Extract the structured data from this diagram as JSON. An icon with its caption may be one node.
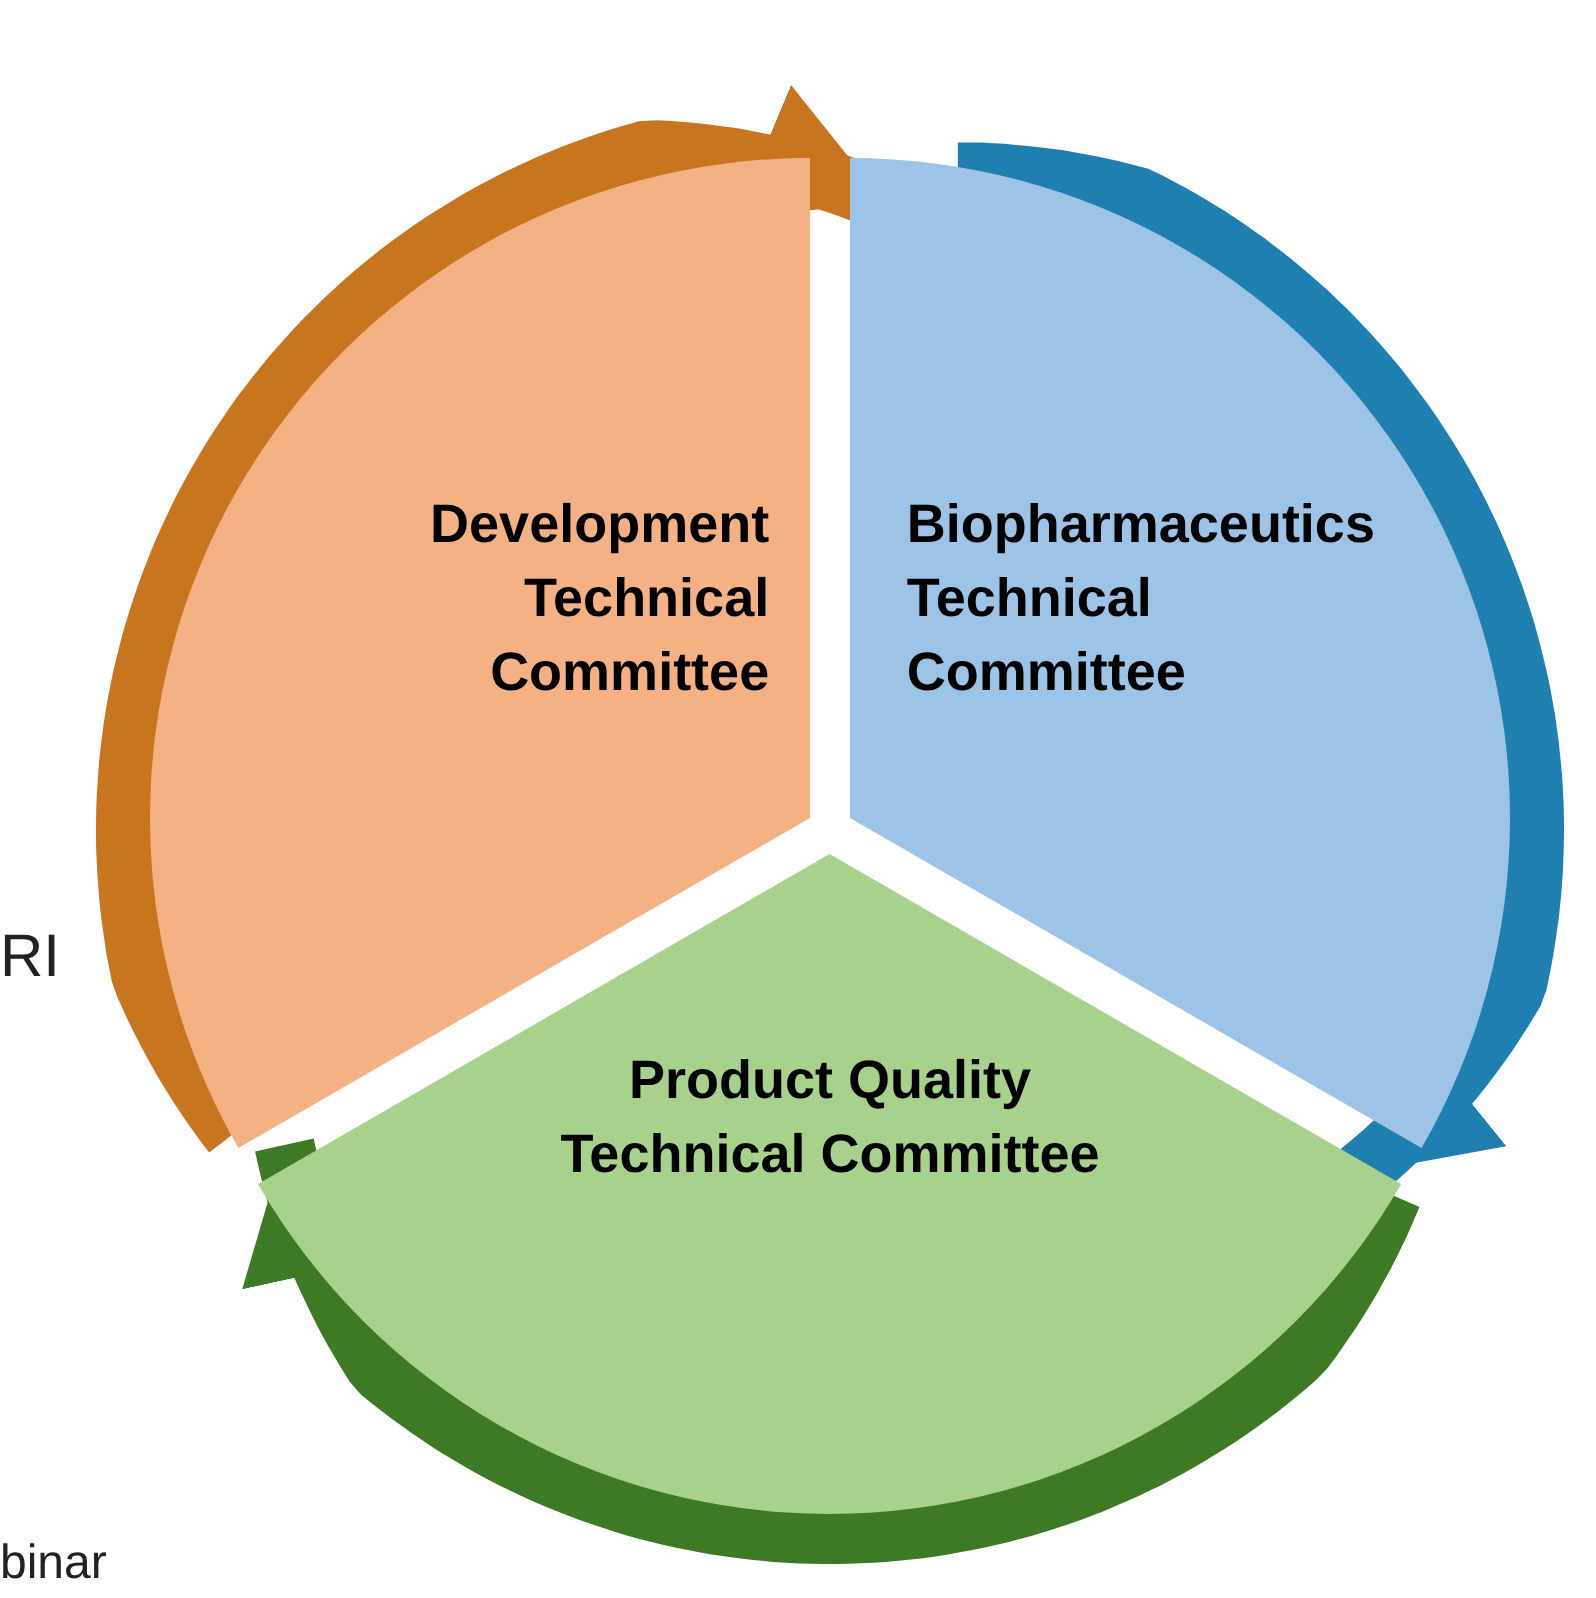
{
  "diagram": {
    "nodes": [
      {
        "text": [
          "Development Technical Committee"
        ]
      },
      {
        "text": [
          "Biopharmaceutics Technical Committee"
        ]
      },
      {
        "text": [
          "Product Quality Technical Committee"
        ]
      }
    ],
    "edges": [
      {
        "from": 0,
        "to": 1,
        "arrow": "to",
        "color": "#c87520"
      },
      {
        "from": 1,
        "to": 2,
        "arrow": "to",
        "color": "#1f7fb0"
      },
      {
        "from": 2,
        "to": 0,
        "arrow": "to",
        "color": "#3e7a26"
      }
    ],
    "labels": [
      "RI",
      "binar"
    ]
  }
}
